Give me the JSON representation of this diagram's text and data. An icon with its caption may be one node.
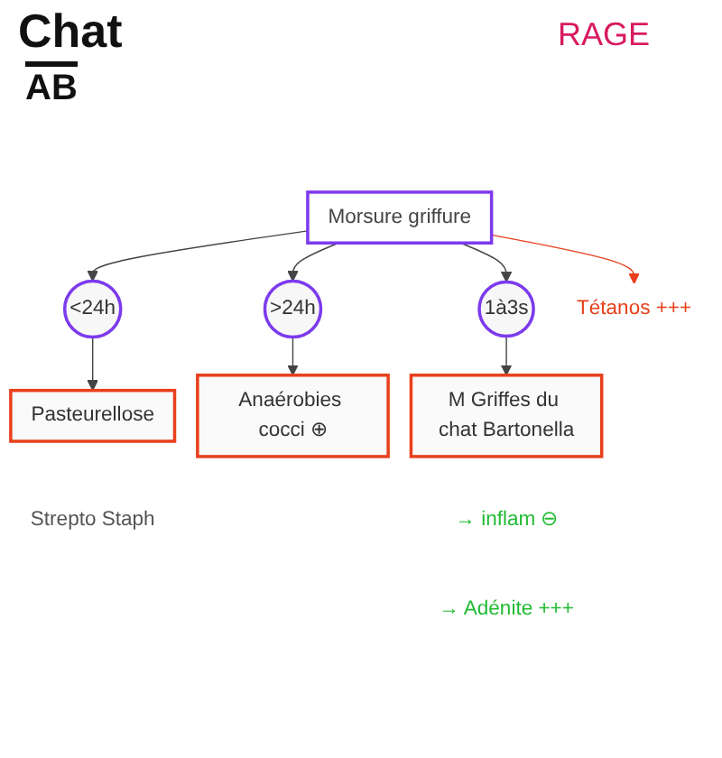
{
  "diagram": {
    "title": "Chat",
    "nodes": [
      {
        "text": [
          "Morsure griffure"
        ]
      },
      {
        "text": [
          "Tétanos +++"
        ]
      },
      {
        "text": [
          "<24h"
        ]
      },
      {
        "text": [
          ">24h"
        ]
      },
      {
        "text": [
          "1à3s"
        ]
      },
      {
        "text": [
          "Pasteurellose"
        ],
        "beside": [
          "Strepto Staph"
        ]
      },
      {
        "text": [
          "Anaérobies cocci ⊕"
        ]
      },
      {
        "text": [
          "M Griffes du chat Bartonella"
        ],
        "beside": [
          "→ inflam ⊖",
          "→ Adénite +++"
        ]
      }
    ],
    "edges": [
      {
        "from": 0,
        "to": 2,
        "arrow": "to"
      },
      {
        "from": 0,
        "to": 3,
        "arrow": "to"
      },
      {
        "from": 0,
        "to": 4,
        "arrow": "to"
      },
      {
        "from": 2,
        "to": 5,
        "arrow": "to"
      },
      {
        "from": 3,
        "to": 6,
        "arrow": "to"
      },
      {
        "from": 4,
        "to": 7,
        "arrow": "to"
      },
      {
        "from": 0,
        "to": 1,
        "arrow": "to",
        "color": "#e8401c"
      }
    ],
    "labels": [
      "AB",
      "RAGE"
    ]
  }
}
